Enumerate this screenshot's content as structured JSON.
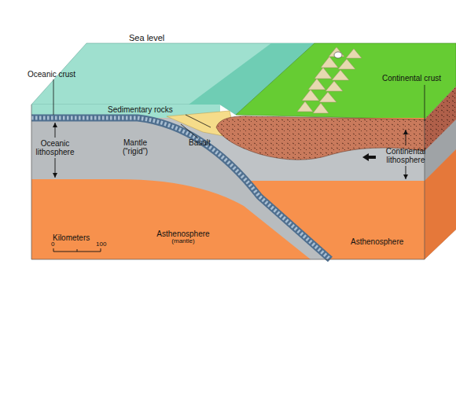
{
  "diagram": {
    "labels": [
      "Sea level",
      "Oceanic crust",
      "Sedimentary rocks",
      "Continental crust",
      "Oceanic lithosphere",
      "Mantle (“rigid”)",
      "Basalt",
      "Continental lithosphere",
      "Kilometers",
      "0",
      "100",
      "Asthenosphere",
      "(mantle)",
      "Asthenosphere"
    ]
  }
}
